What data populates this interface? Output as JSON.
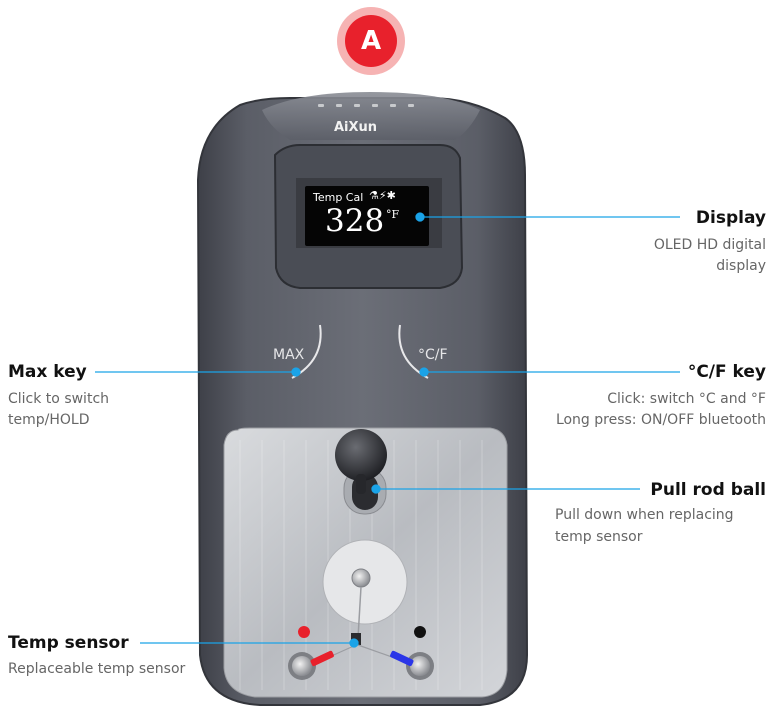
{
  "badge": {
    "letter": "A"
  },
  "device": {
    "brand": "AiXun",
    "screen": {
      "mode": "Temp Cal",
      "status_icons": "⚗⚡✱",
      "value": "328",
      "unit": "°F"
    },
    "key_left": "MAX",
    "key_right": "°C/F"
  },
  "callouts": {
    "display": {
      "title": "Display",
      "desc_lines": [
        "OLED HD digital",
        "display"
      ]
    },
    "max_key": {
      "title": "Max key",
      "desc_lines": [
        "Click to switch",
        "temp/HOLD"
      ]
    },
    "cf_key": {
      "title": "°C/F key",
      "desc_lines": [
        "Click: switch °C and °F",
        "Long press: ON/OFF bluetooth"
      ]
    },
    "pull_rod": {
      "title": "Pull rod ball",
      "desc_lines": [
        "Pull down when replacing",
        "temp sensor"
      ]
    },
    "temp_sensor": {
      "title": "Temp sensor",
      "desc_lines": [
        "Replaceable temp sensor"
      ]
    }
  },
  "colors": {
    "accent_line": "#1aa3e8",
    "badge": "#e8212c",
    "badge_ring": "#f6b3b3",
    "body": "#5a5d66",
    "plate": "#c9cbcf"
  }
}
